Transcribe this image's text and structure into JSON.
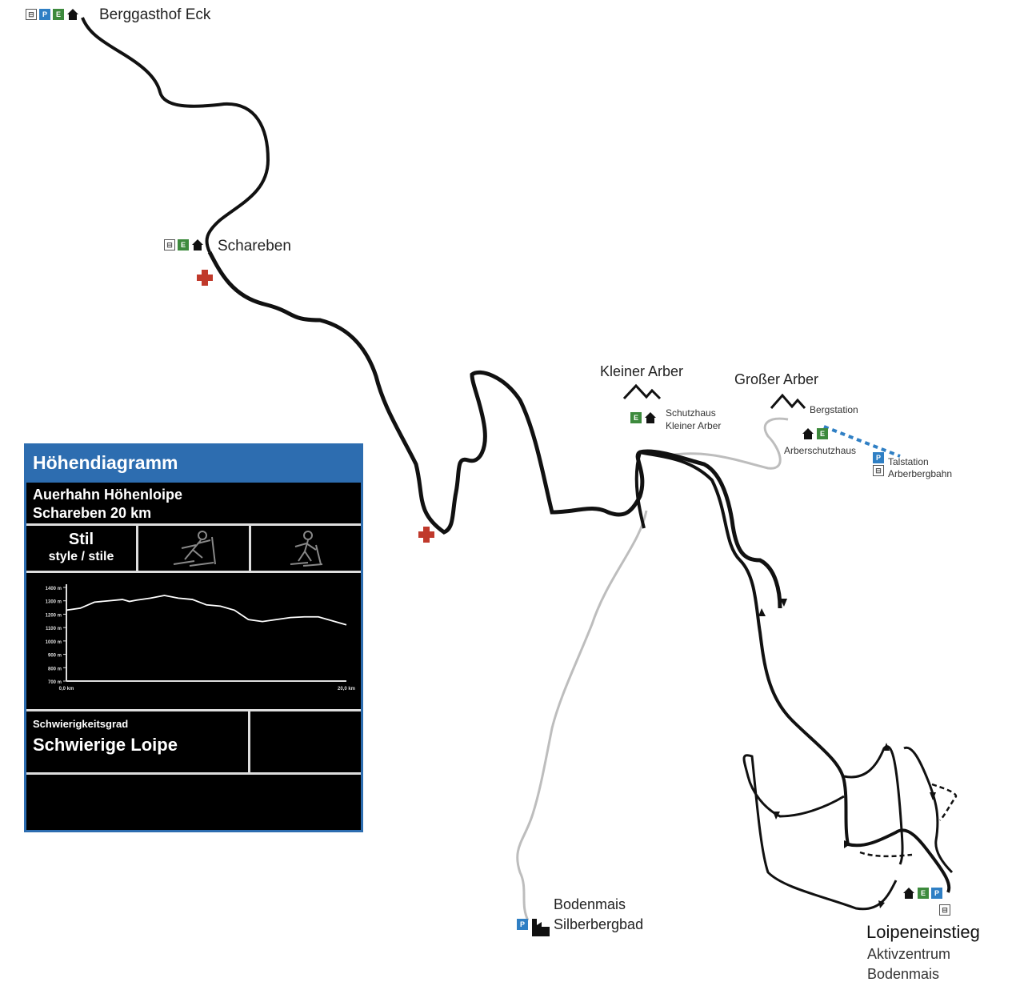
{
  "locations": {
    "berggasthof": {
      "name": "Berggasthof Eck"
    },
    "schareben": {
      "name": "Schareben"
    },
    "kleiner_arber": {
      "name": "Kleiner Arber"
    },
    "schutzhaus": {
      "line1": "Schutzhaus",
      "line2": "Kleiner Arber"
    },
    "grosser_arber": {
      "name": "Großer Arber"
    },
    "bergstation": {
      "name": "Bergstation"
    },
    "arberschutzhaus": {
      "name": "Arberschutzhaus"
    },
    "talstation": {
      "line1": "Talstation",
      "line2": "Arberbergbahn"
    },
    "bodenmais": {
      "line1": "Bodenmais",
      "line2": "Silberbergbad"
    },
    "loipeneinstieg": {
      "title": "Loipeneinstieg",
      "line1": "Aktivzentrum",
      "line2": "Bodenmais"
    }
  },
  "icons": {
    "parking": "P",
    "ski": "E",
    "bus": "⊟"
  },
  "colors": {
    "panel_blue": "#2d6db0",
    "route": "#111111",
    "side_route": "#bdbdbd",
    "lift": "#2f7fc4",
    "first_aid": "#c0392b"
  },
  "panel": {
    "title": "Höhendiagramm",
    "route_line1": "Auerhahn Höhenloipe",
    "route_line2": "Schareben 20 km",
    "style_label1": "Stil",
    "style_label2": "style / stile",
    "difficulty_label": "Schwierigkeitsgrad",
    "difficulty_value": "Schwierige Loipe"
  },
  "chart_data": {
    "type": "line",
    "yticks": [
      "1400 m",
      "1300 m",
      "1200 m",
      "1100 m",
      "1000 m",
      "900 m",
      "800 m",
      "700 m"
    ],
    "xticks": [
      "0,0 km",
      "20,0 km"
    ],
    "ylim": [
      700,
      1400
    ],
    "xlim": [
      0,
      20
    ],
    "x": [
      0,
      1,
      2,
      3,
      4,
      4.5,
      5,
      6,
      7,
      8,
      8.5,
      9,
      10,
      11,
      12,
      13,
      14,
      15,
      16,
      17,
      18,
      19,
      20
    ],
    "y": [
      1230,
      1245,
      1290,
      1300,
      1310,
      1295,
      1305,
      1320,
      1340,
      1320,
      1315,
      1310,
      1270,
      1260,
      1230,
      1160,
      1145,
      1160,
      1175,
      1180,
      1180,
      1150,
      1120
    ]
  }
}
